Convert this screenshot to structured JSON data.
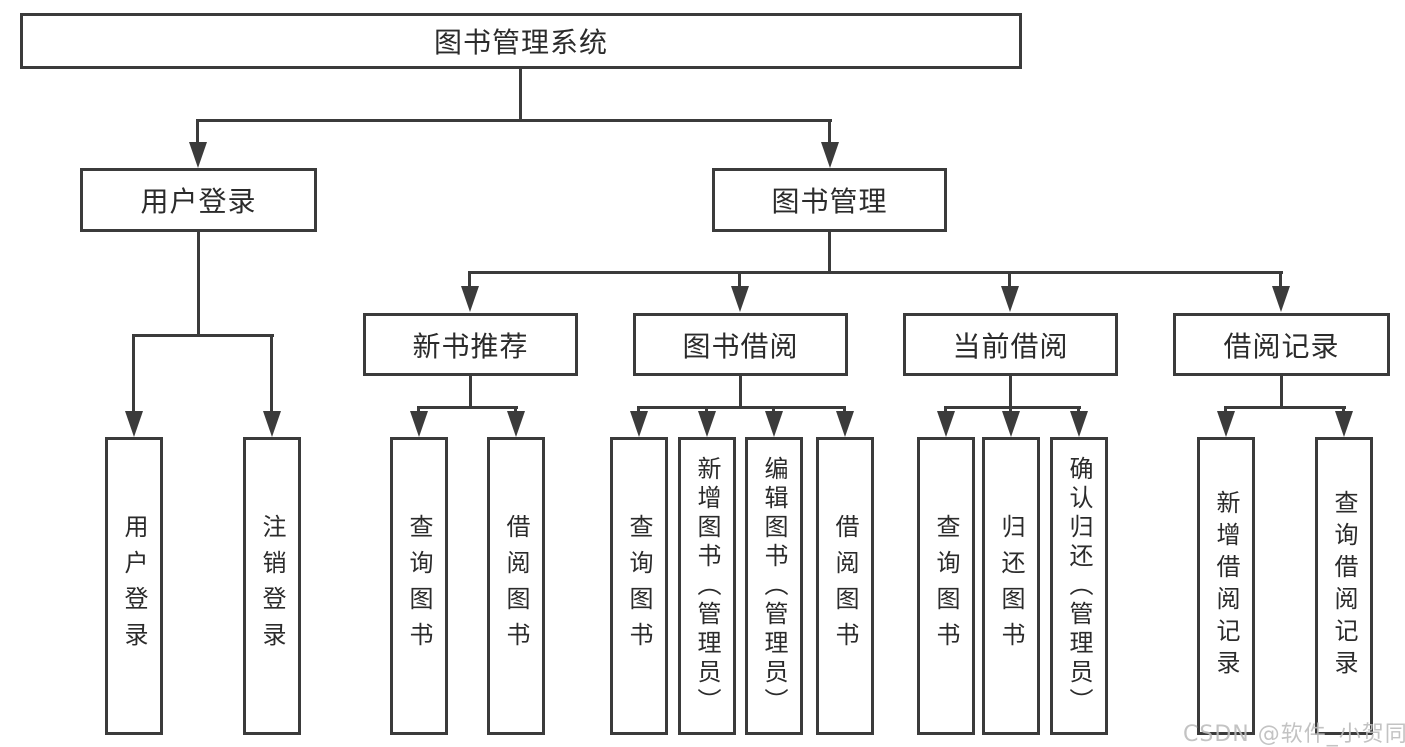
{
  "diagram": {
    "root": {
      "label": "图书管理系统"
    },
    "level2": [
      {
        "label": "用户登录"
      },
      {
        "label": "图书管理"
      }
    ],
    "level3": [
      {
        "label": "新书推荐"
      },
      {
        "label": "图书借阅"
      },
      {
        "label": "当前借阅"
      },
      {
        "label": "借阅记录"
      }
    ],
    "leaves": {
      "user": [
        "用户登录",
        "注销登录"
      ],
      "recommend": [
        "查询图书",
        "借阅图书"
      ],
      "borrow": [
        "查询图书",
        "新增图书（管理员）",
        "编辑图书（管理员）",
        "借阅图书"
      ],
      "current": [
        "查询图书",
        "归还图书",
        "确认归还（管理员）"
      ],
      "records": [
        "新增借阅记录",
        "查询借阅记录"
      ]
    }
  },
  "watermark": {
    "text": "CSDN @软件_小贺同学"
  },
  "colors": {
    "line": "#3b3b3b",
    "text": "#2b2b2b",
    "watermark": "#bdbdbd",
    "background": "#ffffff"
  }
}
